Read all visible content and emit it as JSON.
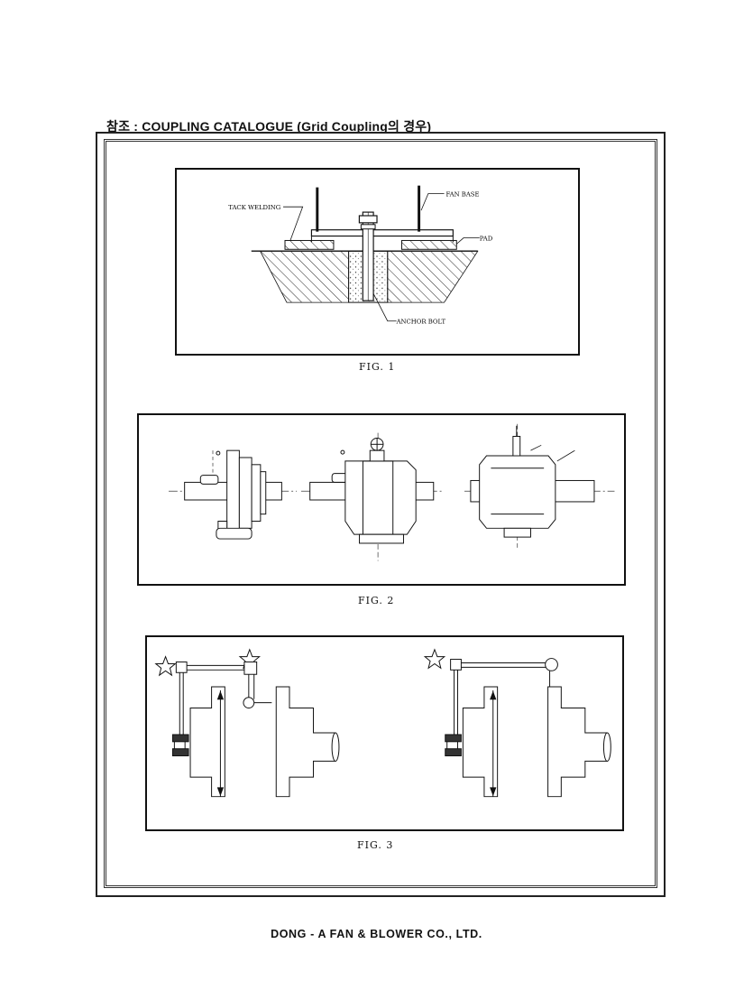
{
  "heading": "참조 : COUPLING CATALOGUE (Grid Coupling의 경우)",
  "figures": [
    {
      "caption": "FIG. 1",
      "labels": {
        "fan_base": "FAN BASE",
        "tack_welding": "TACK WELDING",
        "pad": "PAD",
        "anchor_bolt": "ANCHOR BOLT"
      }
    },
    {
      "caption": "FIG. 2"
    },
    {
      "caption": "FIG. 3"
    }
  ],
  "footer": "DONG - A FAN & BLOWER  CO., LTD."
}
